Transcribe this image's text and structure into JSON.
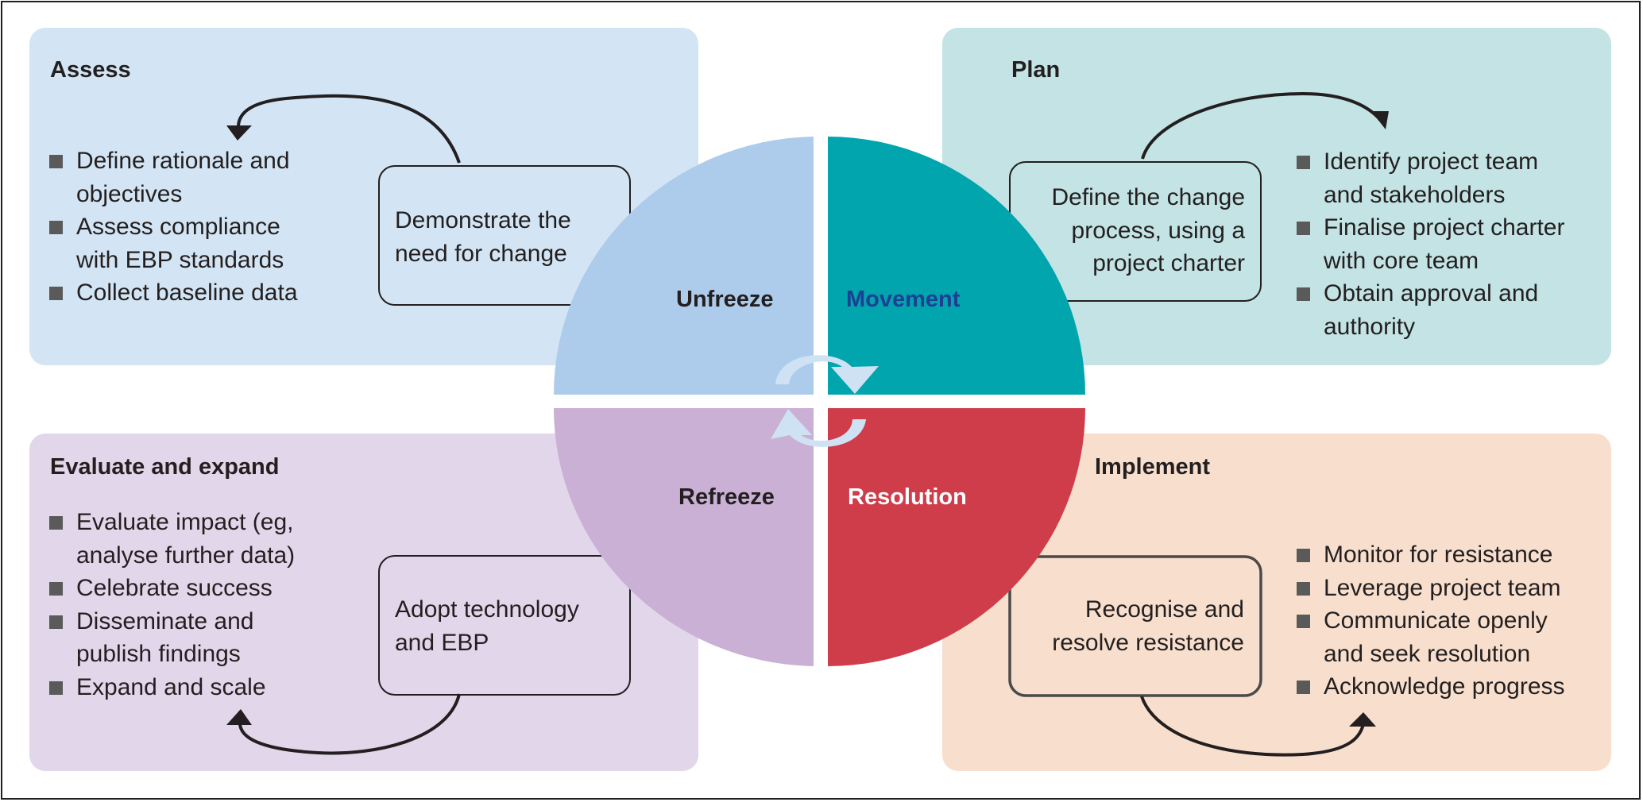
{
  "colors": {
    "assess_bg": "#d3e5f4",
    "plan_bg": "#c3e3e4",
    "evaluate_bg": "#e2d6ea",
    "implement_bg": "#f8dfcd",
    "unfreeze": "#adcceb",
    "movement": "#00a5ad",
    "refreeze": "#cab0d5",
    "resolution": "#cf3d4a",
    "movement_label": "#1d3f94",
    "arrow": "#231f20",
    "cycle_arrow": "#cfe2f3"
  },
  "panels": {
    "assess": {
      "title": "Assess",
      "bullets": [
        "Define rationale and\nobjectives",
        "Assess compliance\nwith EBP standards",
        "Collect baseline data"
      ],
      "box_text": "Demonstrate the\nneed for change"
    },
    "plan": {
      "title": "Plan",
      "bullets": [
        "Identify project team\nand stakeholders",
        "Finalise project charter\nwith core team",
        "Obtain approval and\nauthority"
      ],
      "box_text": "Define the change\nprocess, using a\nproject charter"
    },
    "evaluate": {
      "title": "Evaluate and expand",
      "bullets": [
        "Evaluate impact (eg,\nanalyse further data)",
        "Celebrate success",
        "Disseminate and\npublish findings",
        "Expand and scale"
      ],
      "box_text": "Adopt technology\nand EBP"
    },
    "implement": {
      "title": "Implement",
      "bullets": [
        "Monitor for resistance",
        "Leverage project team",
        "Communicate openly\nand seek resolution",
        "Acknowledge progress"
      ],
      "box_text": "Recognise and\nresolve resistance"
    }
  },
  "quadrants": {
    "unfreeze": "Unfreeze",
    "movement": "Movement",
    "refreeze": "Refreeze",
    "resolution": "Resolution"
  }
}
